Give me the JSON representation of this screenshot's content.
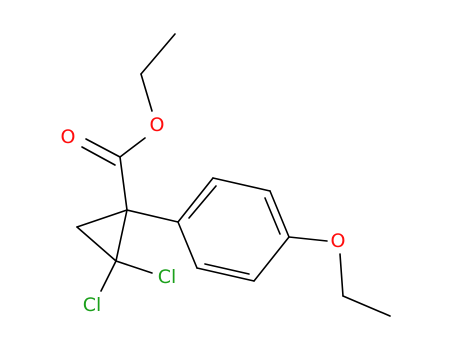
{
  "atoms": {
    "carbonyl_oxygen": {
      "label": "O",
      "color": "#ff0d0d"
    },
    "ester_oxygen": {
      "label": "O",
      "color": "#ff0d0d"
    },
    "ether_oxygen": {
      "label": "O",
      "color": "#ff0d0d"
    },
    "chlorine_a": {
      "label": "Cl",
      "color": "#1ca01c"
    },
    "chlorine_b": {
      "label": "Cl",
      "color": "#1ca01c"
    }
  },
  "bond_color": "#000000"
}
